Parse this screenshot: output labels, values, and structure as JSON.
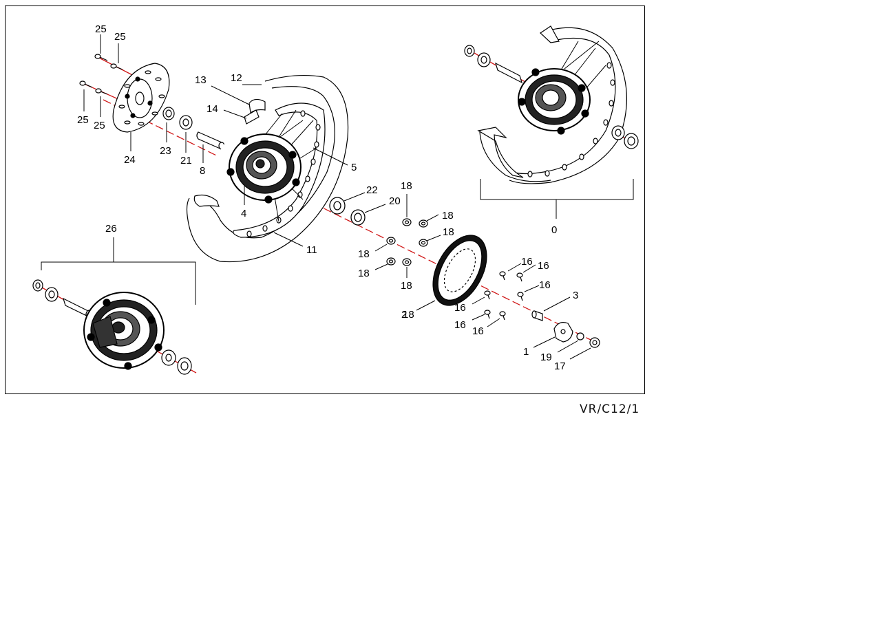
{
  "diagram": {
    "reference_code": "VR/C12/1",
    "labels": [
      "25",
      "25",
      "25",
      "25",
      "24",
      "23",
      "21",
      "8",
      "13",
      "12",
      "14",
      "5",
      "4",
      "22",
      "20",
      "11",
      "18",
      "18",
      "18",
      "18",
      "18",
      "18",
      "18",
      "2",
      "16",
      "16",
      "16",
      "16",
      "16",
      "16",
      "3",
      "1",
      "19",
      "17",
      "26",
      "0"
    ],
    "colors": {
      "line": "#000000",
      "axis": "#d01818",
      "background": "#ffffff"
    }
  }
}
